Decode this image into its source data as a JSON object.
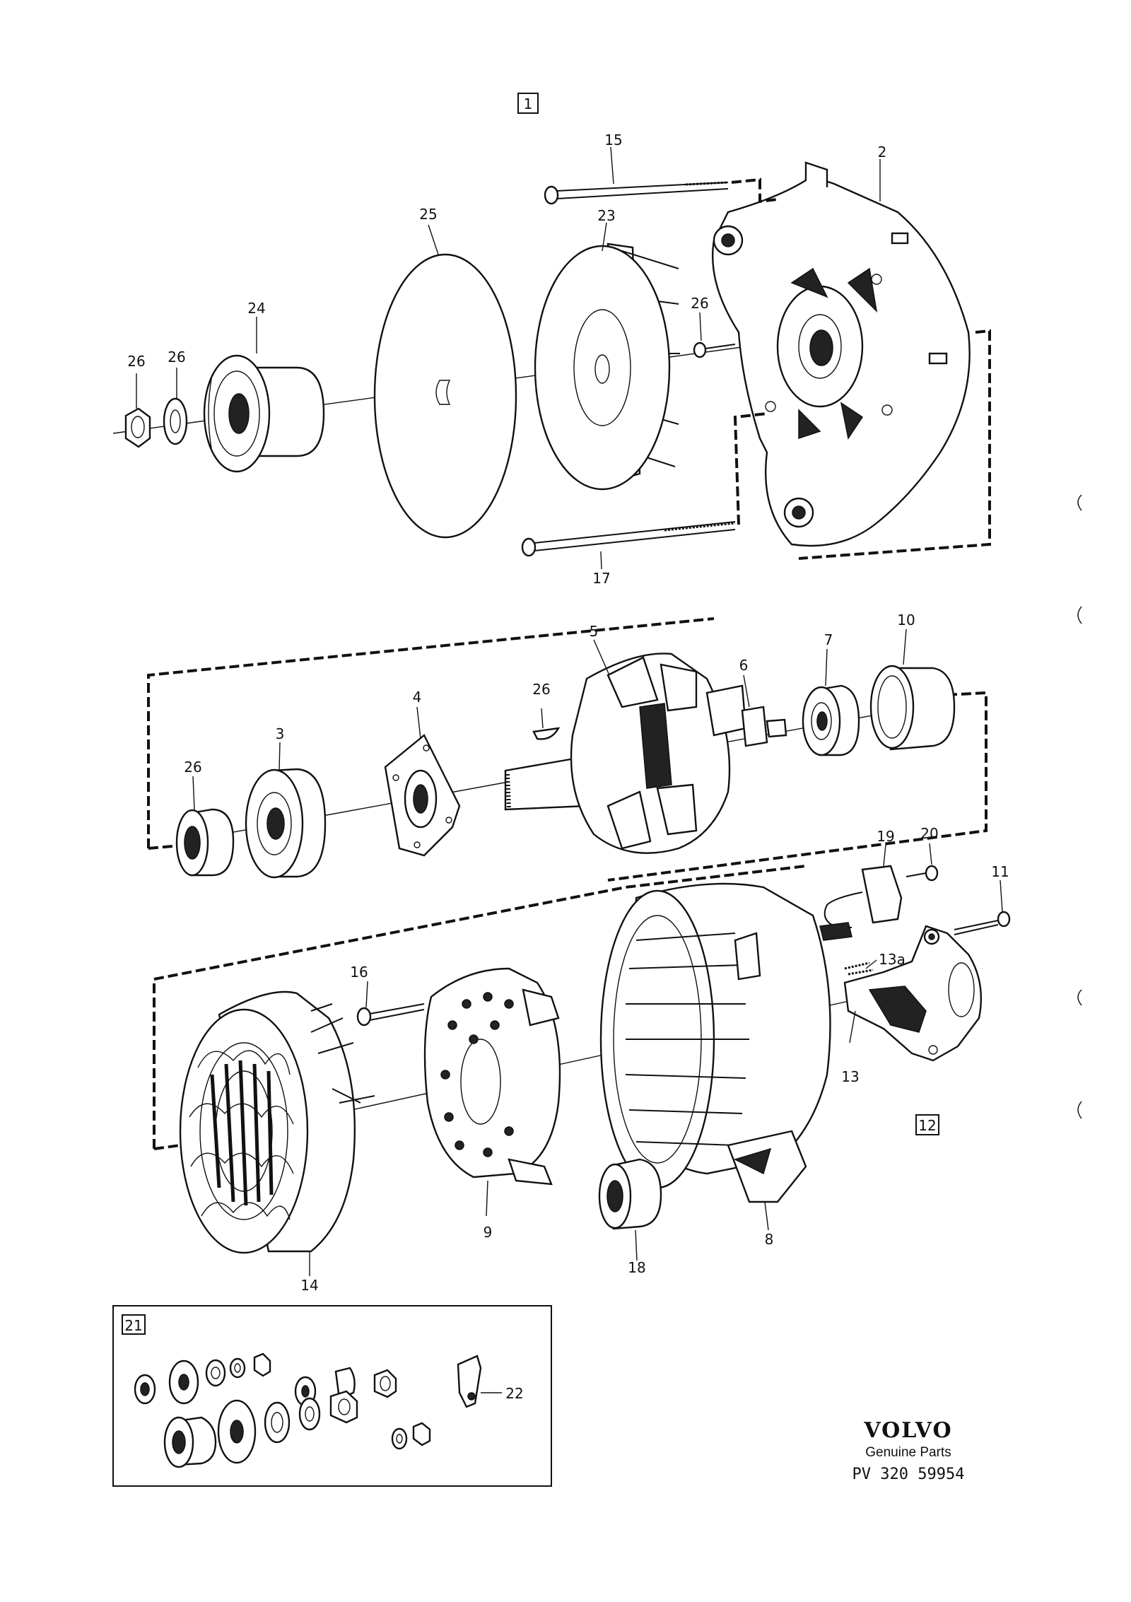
{
  "group_labels": {
    "top": "1",
    "brush": "12",
    "kit": "21"
  },
  "part_labels": {
    "p15": "15",
    "p2": "2",
    "p25": "25",
    "p23": "23",
    "p24": "24",
    "p26a": "26",
    "p26b": "26",
    "p26c": "26",
    "p17": "17",
    "p5": "5",
    "p6": "6",
    "p7": "7",
    "p10": "10",
    "p26d": "26",
    "p4": "4",
    "p3": "3",
    "p26e": "26",
    "p19": "19",
    "p20": "20",
    "p11": "11",
    "p16": "16",
    "p13a": "13a",
    "p13": "13",
    "p14": "14",
    "p9": "9",
    "p18": "18",
    "p8": "8",
    "p22": "22"
  },
  "brand": {
    "name": "VOLVO",
    "tagline": "Genuine Parts",
    "code": "PV 320 59954"
  }
}
